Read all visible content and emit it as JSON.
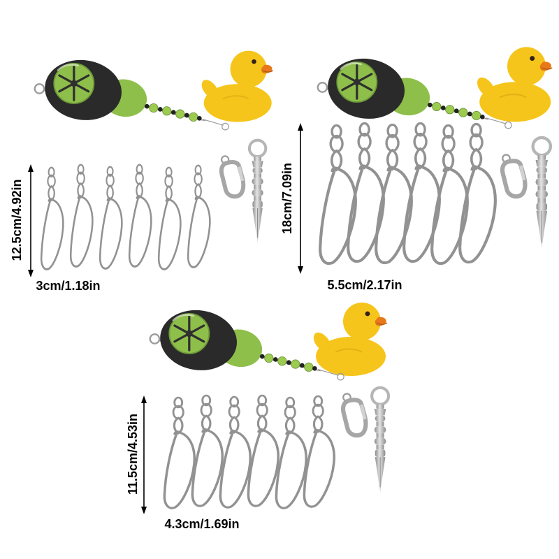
{
  "groups": [
    {
      "name": "kit-12-5cm",
      "height_label": "12.5cm/4.92in",
      "width_label": "3cm/1.18in",
      "clip_count": 6
    },
    {
      "name": "kit-18cm",
      "height_label": "18cm/7.09in",
      "width_label": "5.5cm/2.17in",
      "clip_count": 6
    },
    {
      "name": "kit-11-5cm",
      "height_label": "11.5cm/4.53in",
      "width_label": "4.3cm/1.69in",
      "clip_count": 6
    }
  ],
  "colors": {
    "background": "#ffffff",
    "duck_yellow": "#f6c51b",
    "beak_orange": "#e8791a",
    "device_black": "#2a2a2a",
    "device_green": "#8fbf4b",
    "bead_green": "#9ccb4f",
    "bead_black": "#222222",
    "metal_gray": "#a9a9a9",
    "label_black": "#000000"
  }
}
